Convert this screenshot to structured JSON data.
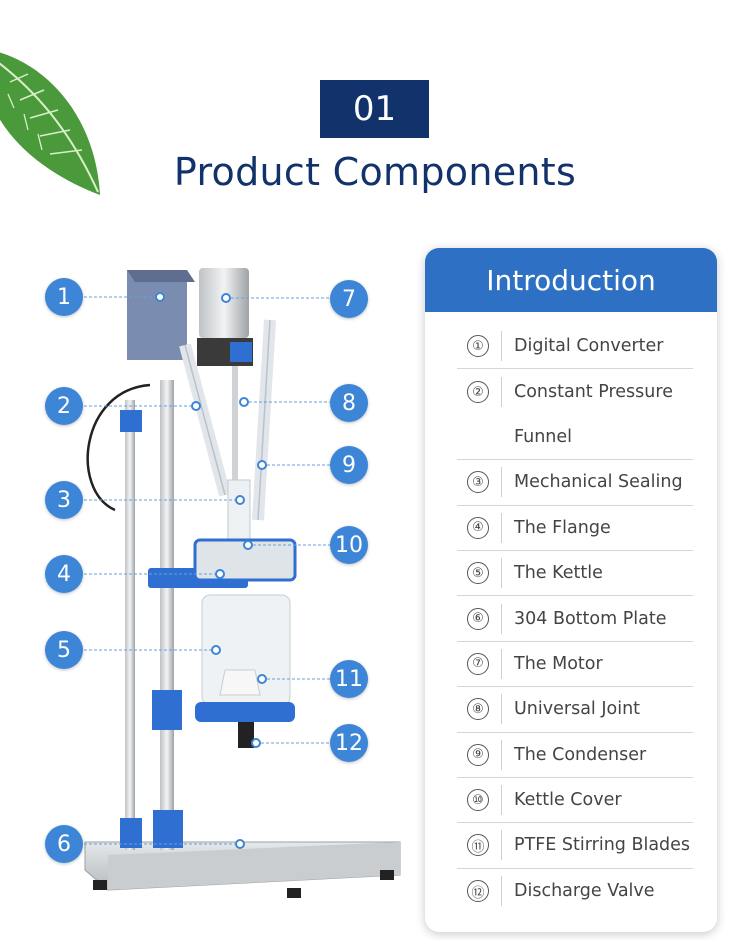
{
  "header": {
    "number": "01",
    "title": "Product Components"
  },
  "badges": [
    "1",
    "2",
    "3",
    "4",
    "5",
    "6",
    "7",
    "8",
    "9",
    "10",
    "11",
    "12"
  ],
  "card": {
    "title": "Introduction",
    "items": [
      {
        "num": "①",
        "label": "Digital Converter"
      },
      {
        "num": "②",
        "label": "Constant Pressure"
      },
      {
        "num": "",
        "label": "Funnel"
      },
      {
        "num": "③",
        "label": "Mechanical Sealing"
      },
      {
        "num": "④",
        "label": "The Flange"
      },
      {
        "num": "⑤",
        "label": "The Kettle"
      },
      {
        "num": "⑥",
        "label": "304 Bottom Plate"
      },
      {
        "num": "⑦",
        "label": "The Motor"
      },
      {
        "num": "⑧",
        "label": " Universal Joint"
      },
      {
        "num": "⑨",
        "label": "The Condenser"
      },
      {
        "num": "⑩",
        "label": "Kettle Cover"
      },
      {
        "num": "⑪",
        "label": "PTFE Stirring Blades"
      },
      {
        "num": "⑫",
        "label": "Discharge Valve"
      }
    ]
  },
  "colors": {
    "navy": "#12326b",
    "badge": "#3d85d6",
    "card_header": "#2e70c4",
    "clamp_blue": "#2f6fd1"
  }
}
